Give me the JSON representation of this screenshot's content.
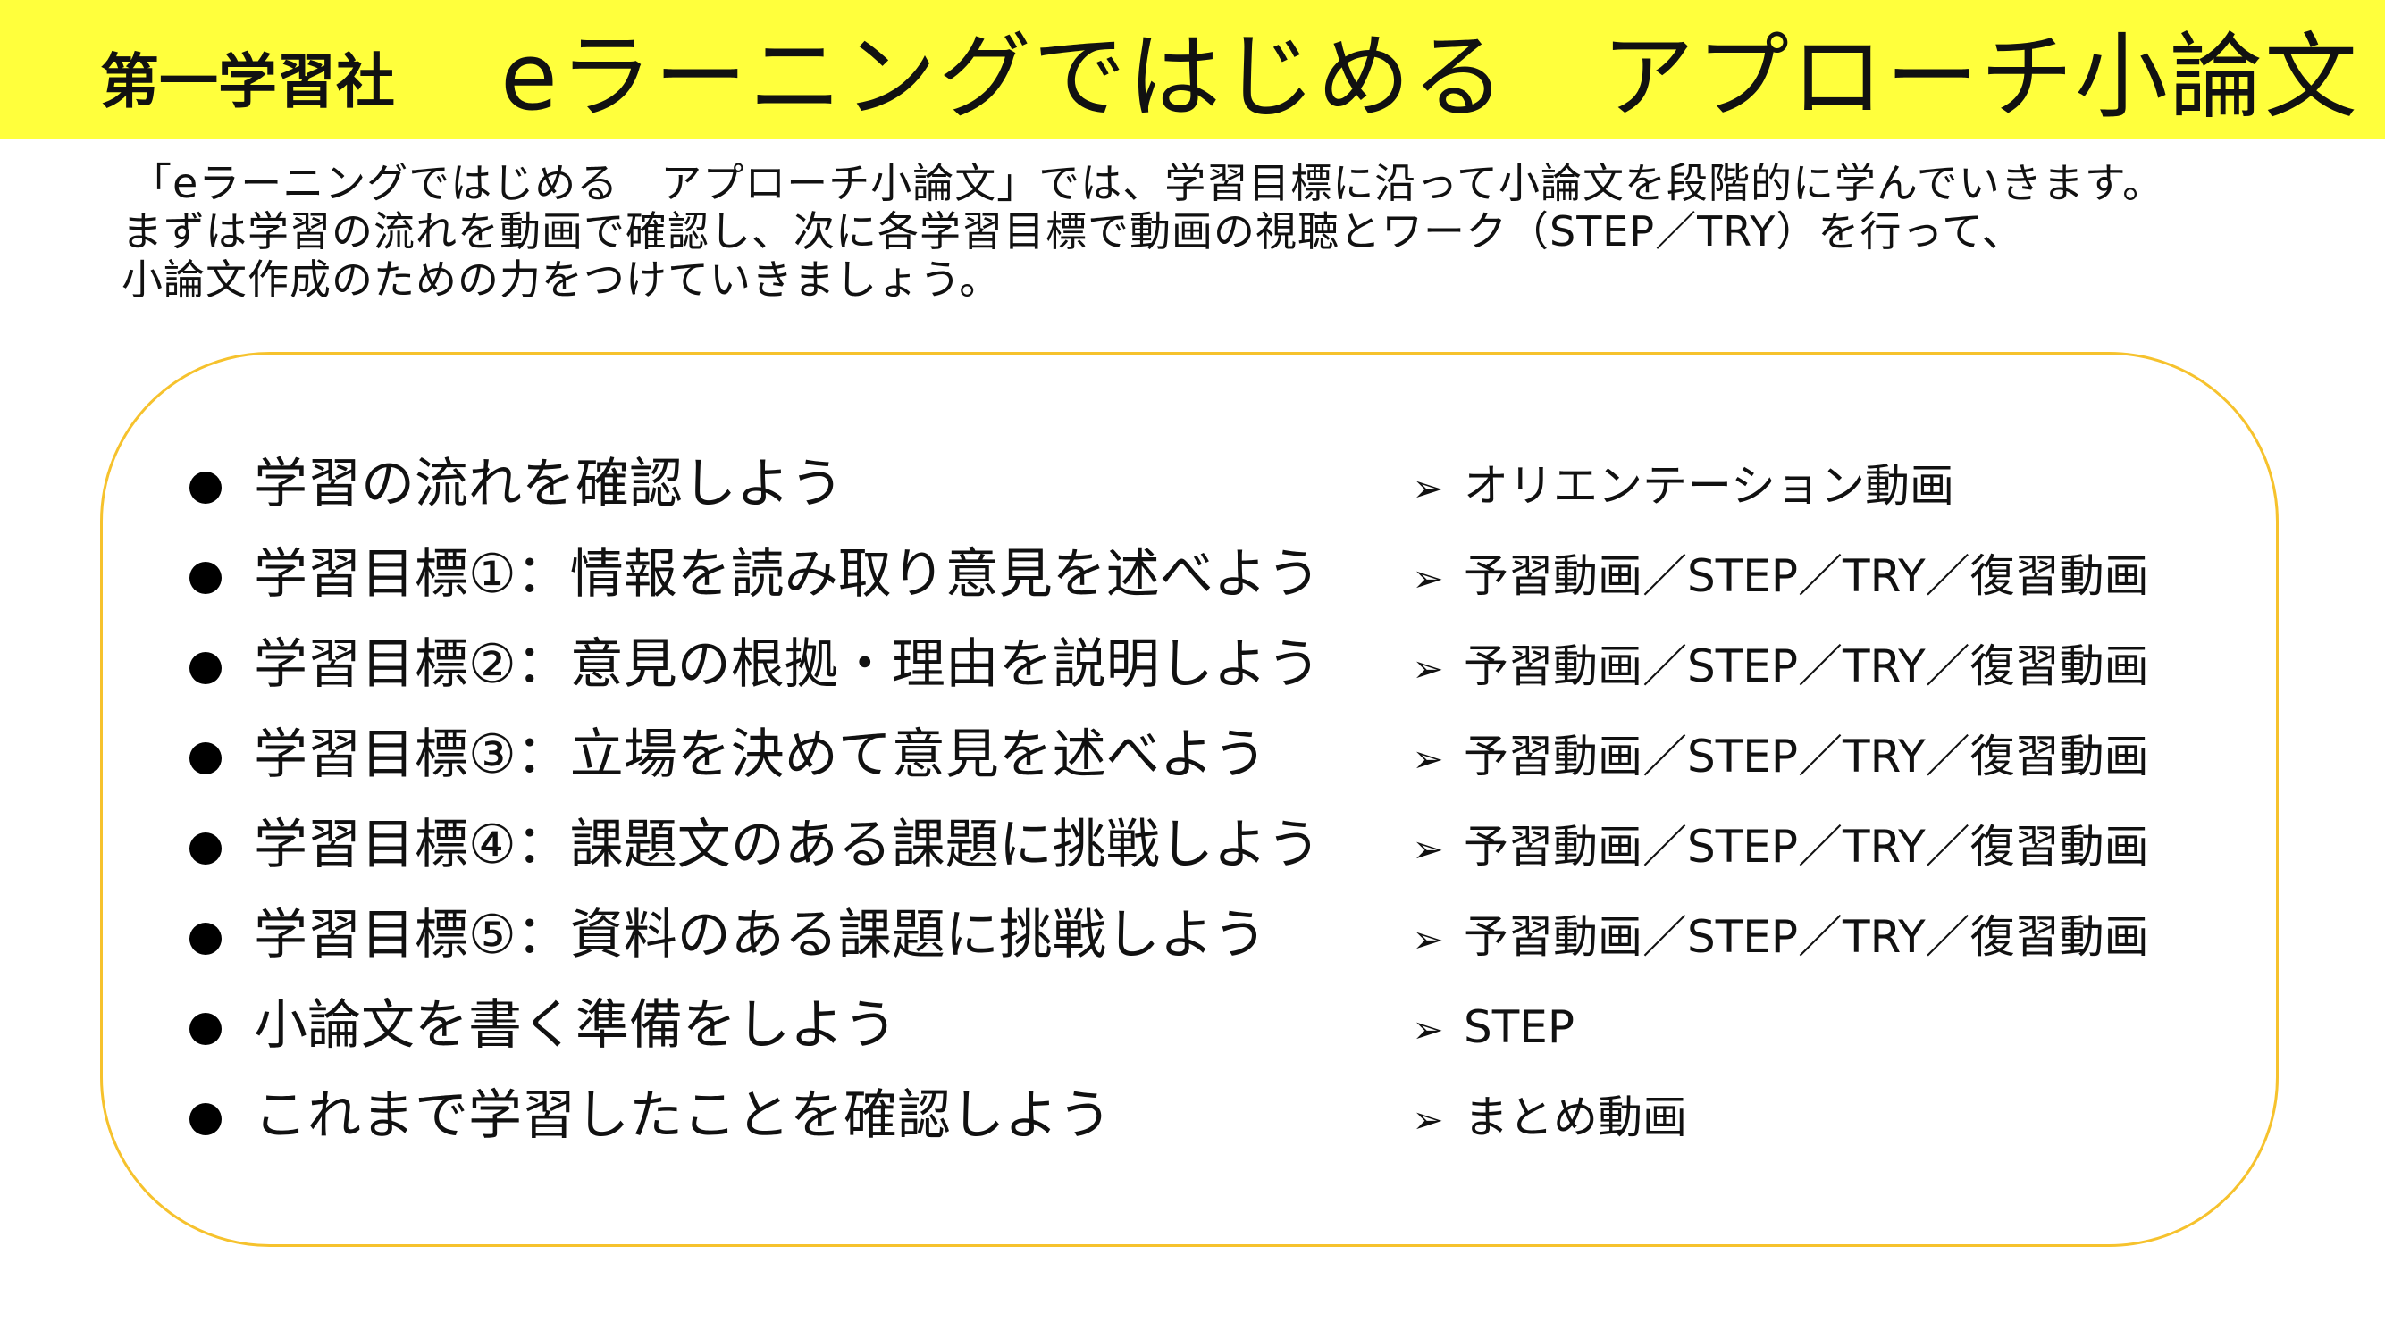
{
  "header": {
    "publisher": "第一学習社",
    "title": "eラーニングではじめる　アプローチ小論文",
    "background_color": "#ffff3c"
  },
  "intro": {
    "lines": [
      "「eラーニングではじめる　アプローチ小論文」では、学習目標に沿って小論文を段階的に学んでいきます。",
      "まずは学習の流れを動画で確認し、次に各学習目標で動画の視聴とワーク（STEP／TRY）を行って、",
      "小論文作成のための力をつけていきましょう。"
    ]
  },
  "panel": {
    "border_color": "#f6c22d",
    "items": [
      {
        "label": "学習の流れを確認しよう",
        "meta": "オリエンテーション動画"
      },
      {
        "label": "学習目標①：情報を読み取り意見を述べよう",
        "meta": "予習動画／STEP／TRY／復習動画"
      },
      {
        "label": "学習目標②：意見の根拠・理由を説明しよう",
        "meta": "予習動画／STEP／TRY／復習動画"
      },
      {
        "label": "学習目標③：立場を決めて意見を述べよう",
        "meta": "予習動画／STEP／TRY／復習動画"
      },
      {
        "label": "学習目標④：課題文のある課題に挑戦しよう",
        "meta": "予習動画／STEP／TRY／復習動画"
      },
      {
        "label": "学習目標⑤：資料のある課題に挑戦しよう",
        "meta": "予習動画／STEP／TRY／復習動画"
      },
      {
        "label": "小論文を書く準備をしよう",
        "meta": "STEP"
      },
      {
        "label": "これまで学習したことを確認しよう",
        "meta": "まとめ動画"
      }
    ]
  }
}
